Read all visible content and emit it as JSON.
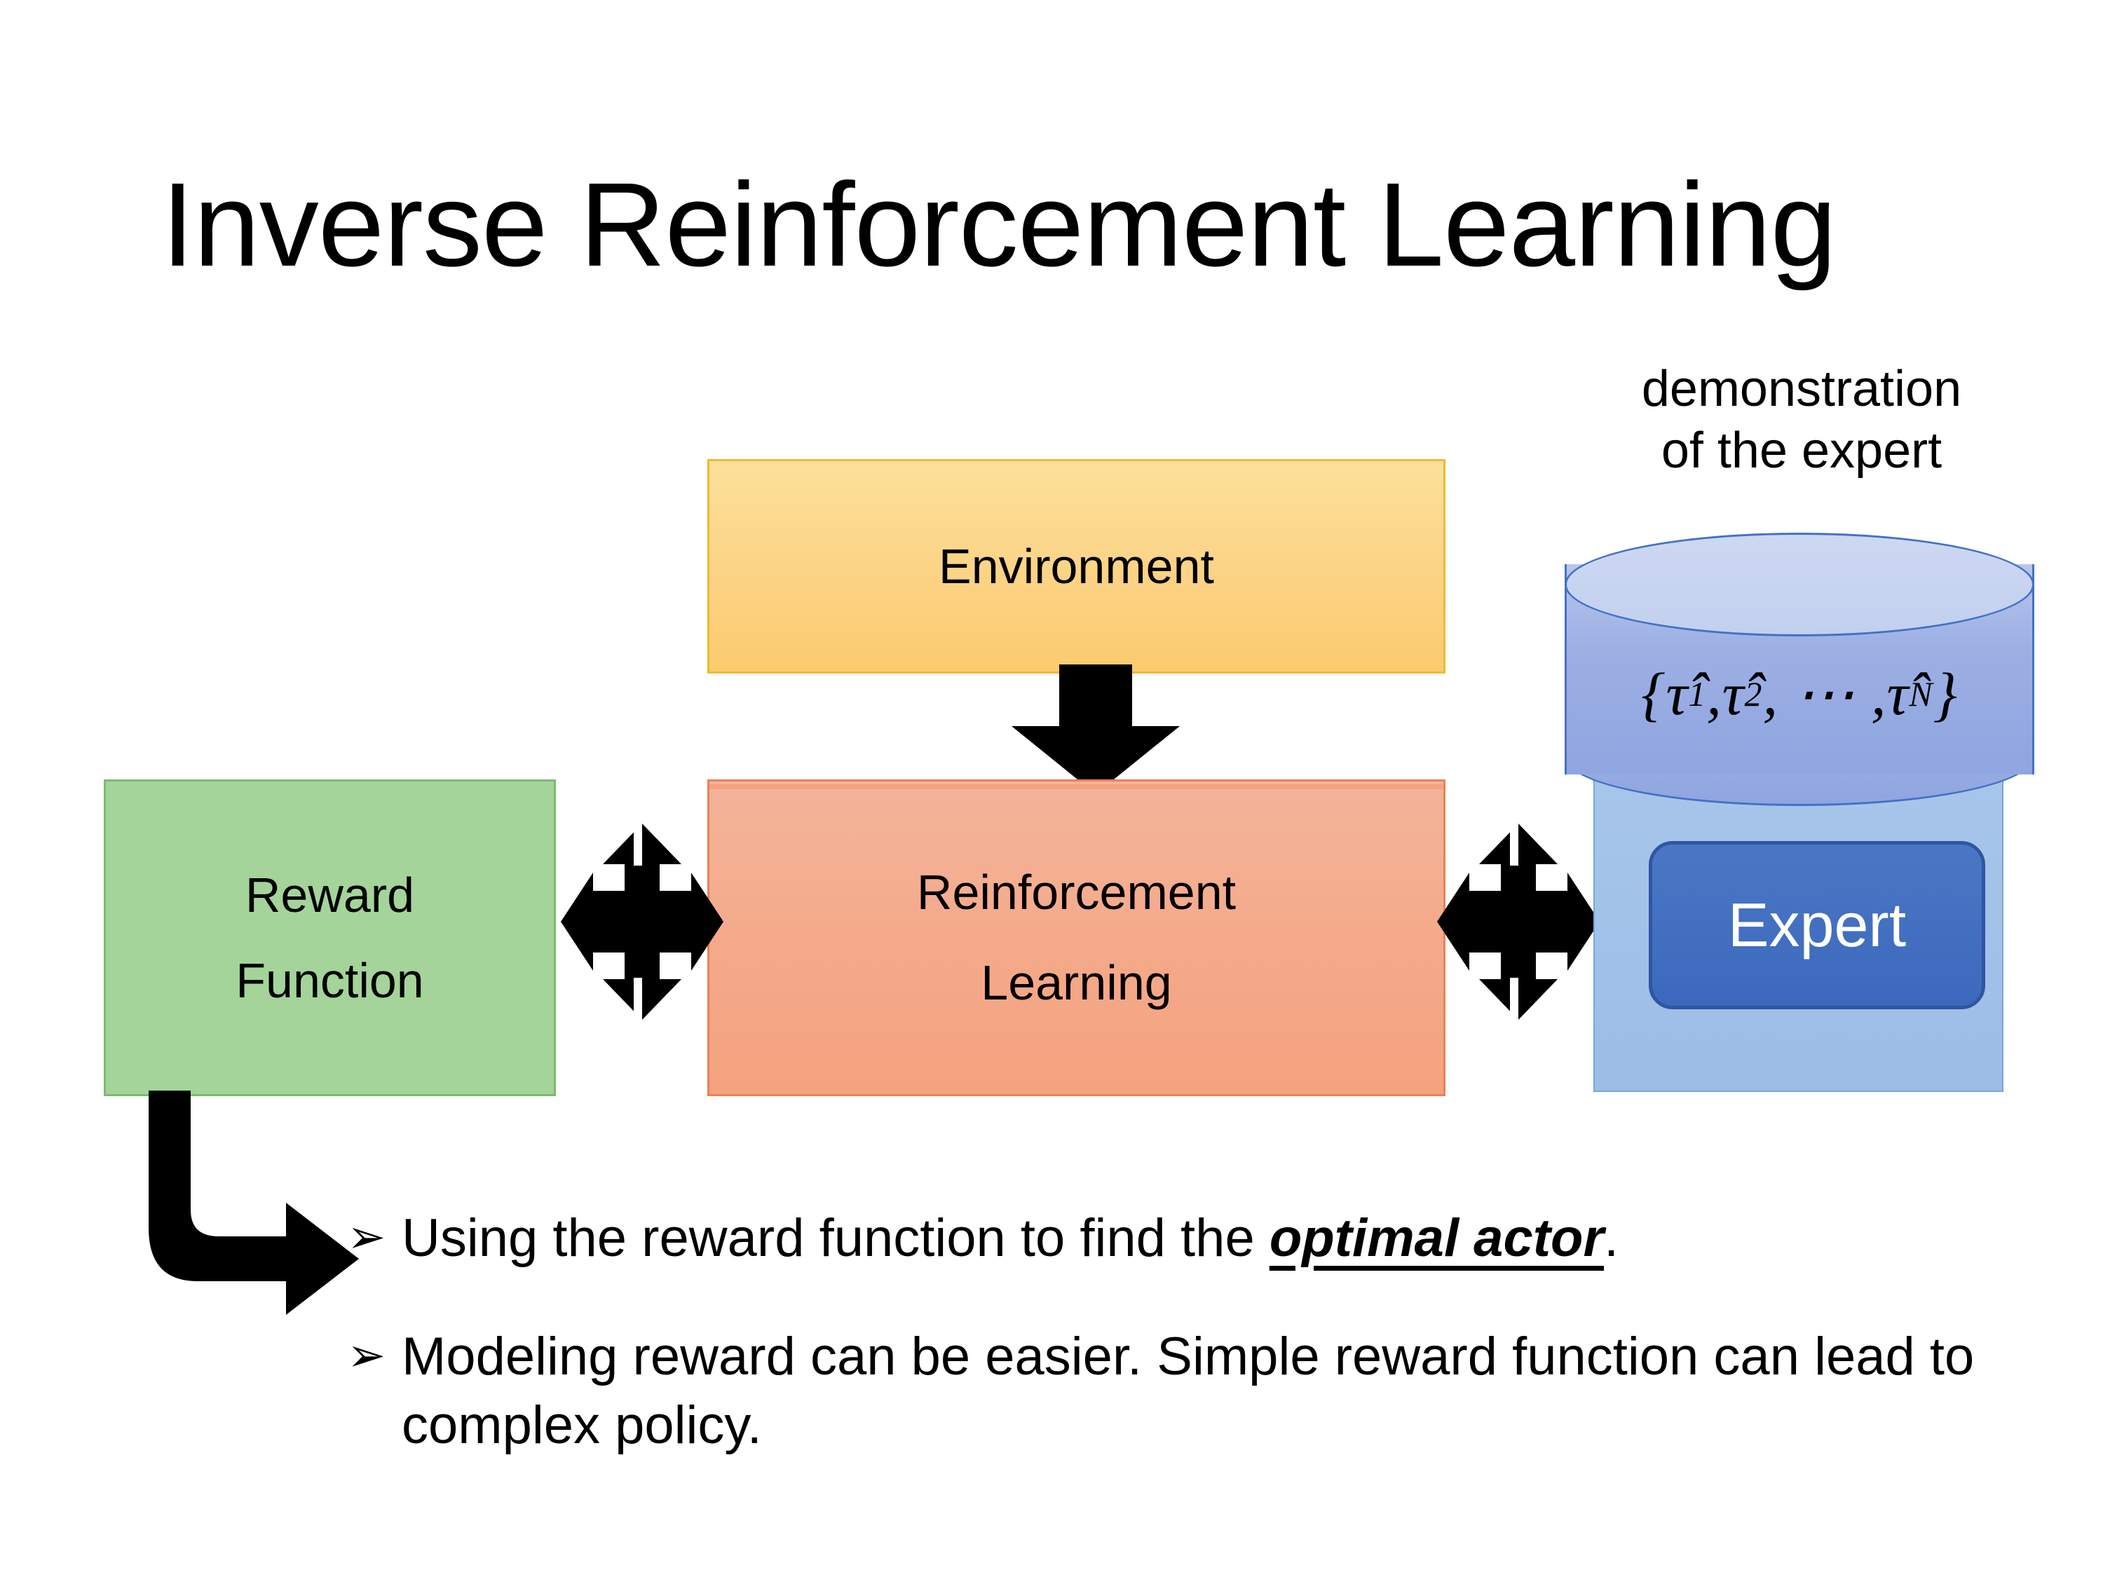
{
  "slide": {
    "title": "Inverse Reinforcement Learning",
    "background": "#ffffff"
  },
  "diagram": {
    "environment": {
      "label": "Environment",
      "fill": "#fcd385",
      "border": "#f0b832"
    },
    "reinforcement_learning": {
      "label": "Reinforcement\nLearning",
      "line1": "Reinforcement",
      "line2": "Learning",
      "fill": "#f4ab8c",
      "border": "#ec8055"
    },
    "reward_function": {
      "line1": "Reward",
      "line2": "Function",
      "fill": "#a4d49a",
      "border": "#7fb972"
    },
    "expert_group": {
      "caption_line1": "demonstration",
      "caption_line2": "of the expert",
      "panel_fill": "#a0c1e8",
      "panel_border": "#7aa5dd",
      "cylinder": {
        "top_fill": "#cdd8f2",
        "body_fill": "#9db0e4",
        "border": "#4472c4",
        "trajectory_open": "{",
        "tau1": "τ̂",
        "tau1_sub": "1",
        "sep1": ", ",
        "tau2": "τ̂",
        "tau2_sub": "2",
        "sep2": ", ⋯ , ",
        "tauN": "τ̂",
        "tauN_sub": "N",
        "trajectory_close": "}"
      },
      "expert": {
        "label": "Expert",
        "fill": "#3c69bd",
        "border": "#2f56a3",
        "text_color": "#ffffff"
      }
    },
    "arrows": {
      "environment_to_rl": "down-block-arrow",
      "reward_to_rl": "quad-arrow",
      "rl_to_expert": "quad-arrow",
      "reward_to_bullets": "elbow-arrow",
      "color": "#000000"
    }
  },
  "bullets": [
    {
      "marker": "➢",
      "prefix": "Using the reward function to find the ",
      "emphasis": "optimal actor",
      "suffix": "."
    },
    {
      "marker": "➢",
      "prefix": "Modeling reward can be easier. Simple reward function can lead to complex policy.",
      "emphasis": "",
      "suffix": ""
    }
  ]
}
